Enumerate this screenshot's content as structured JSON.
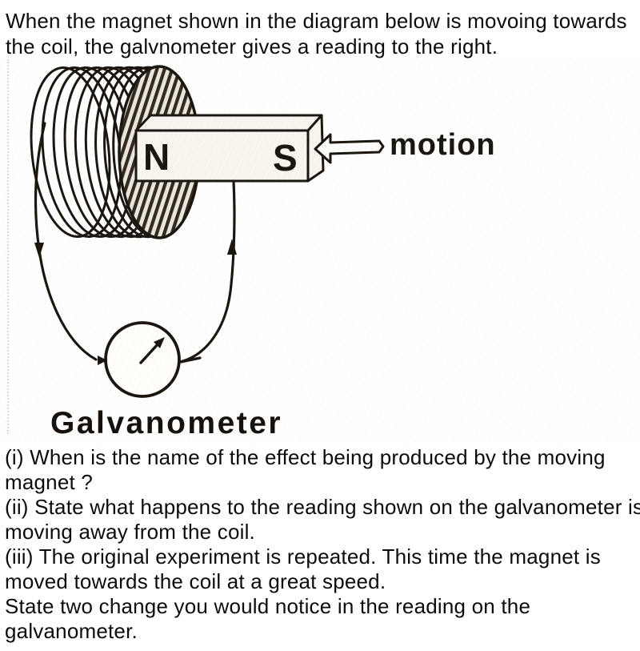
{
  "colors": {
    "background": "#ffffff",
    "text_ink": "#0c0c0c",
    "diagram_ink": "#1b1510",
    "magnet_fill": "#f8f5ef",
    "coil_hatch_dark": "#31291f",
    "coil_hatch_light": "#ebe6dd"
  },
  "intro_lines": [
    "When the magnet shown in the diagram below is movoing towards",
    "the coil, the galvnometer gives a reading to the right."
  ],
  "diagram": {
    "north_pole_label": "N",
    "south_pole_label": "S",
    "motion_label": "motion",
    "galvanometer_label": "Galvanometer"
  },
  "question_lines": [
    "(i) When is the name of the effect being produced by the moving",
    "magnet ?",
    "(ii) State what happens to the reading shown on the galvanometer is",
    "moving away from the coil.",
    "(iii) The original experiment is repeated. This time the magnet is",
    "moved towards the coil at a great speed.",
    "State two change you would notice in the reading on the",
    "galvanometer."
  ]
}
